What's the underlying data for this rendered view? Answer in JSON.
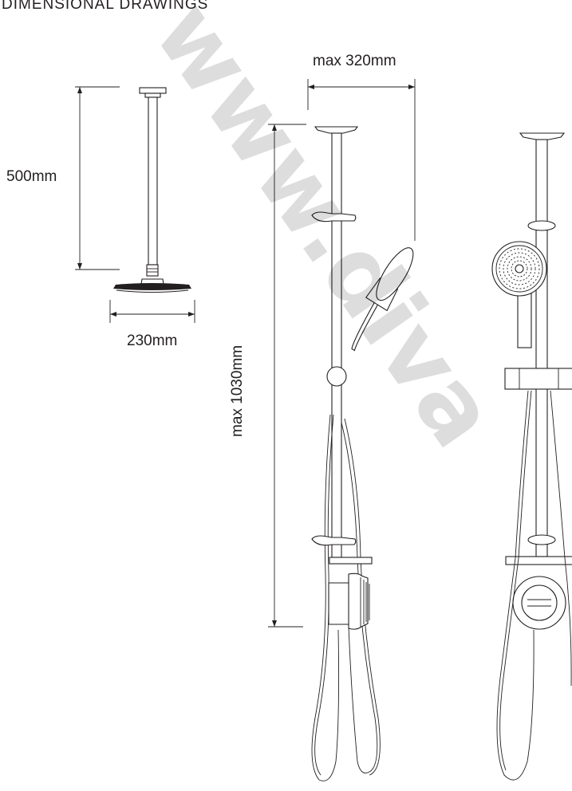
{
  "heading": "DIMENSIONAL DRAWINGS",
  "watermark": "www.diva",
  "dimensions": {
    "arm_length": "500mm",
    "head_diameter": "230mm",
    "max_width": "max 320mm",
    "max_height": "max 1030mm"
  },
  "colors": {
    "line": "#231f20",
    "background": "#ffffff",
    "watermark": "#000000"
  }
}
